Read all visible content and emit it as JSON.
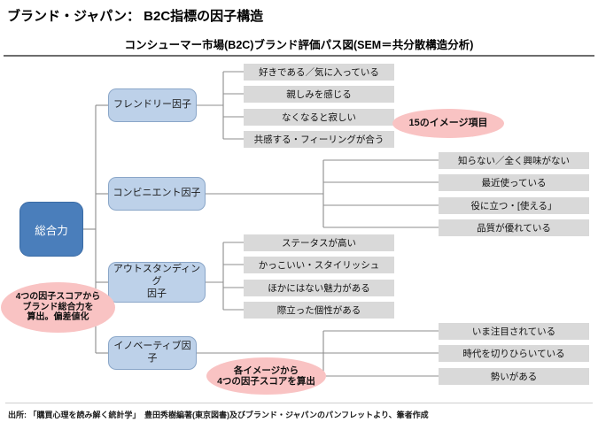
{
  "header": {
    "main_title": "ブランド・ジャパン：  B2C指標の因子構造",
    "sub_title": "コンシューマー市場(B2C)ブランド評価パス図(SEM＝共分散構造分析)"
  },
  "footer": {
    "source": "出所: 「購買心理を読み解く統計学」　豊田秀樹編著(東京図書)及びブランド・ジャパンのパンフレットより、筆者作成"
  },
  "diagram": {
    "root": {
      "label": "総合力"
    },
    "factors": [
      {
        "label": "フレンドリー因子",
        "label_line1": "フレンドリー因子",
        "label_line2": ""
      },
      {
        "label": "コンビニエント因子",
        "label_line1": "コンビニエント因子",
        "label_line2": ""
      },
      {
        "label": "アウトスタンディング因子",
        "label_line1": "アウトスタンディング",
        "label_line2": "因子"
      },
      {
        "label": "イノベーティブ因子",
        "label_line1": "イノベーティブ因子",
        "label_line2": ""
      }
    ],
    "items": {
      "friendly": [
        "好きである／気に入っている",
        "親しみを感じる",
        "なくなると寂しい",
        "共感する・フィーリングが合う"
      ],
      "convenient": [
        "知らない／全く興味がない",
        "最近使っている",
        "役に立つ・[使える」",
        "品質が優れている"
      ],
      "outstanding": [
        "ステータスが高い",
        "かっこいい・スタイリッシュ",
        "ほかにはない魅力がある",
        "際立った個性がある"
      ],
      "innovative": [
        "いま注目されている",
        "時代を切りひらいている",
        "勢いがある"
      ]
    },
    "callouts": {
      "left": {
        "line1": "4つの因子スコアから",
        "line2": "ブランド総合力を",
        "line3": "算出。偏差値化"
      },
      "top_right": {
        "line1": "15のイメージ項目"
      },
      "bottom": {
        "line1": "各イメージから",
        "line2": "4つの因子スコアを算出"
      }
    }
  },
  "colors": {
    "root_fill": "#4a7ebb",
    "factor_fill": "#bdd1e9",
    "item_fill": "#d9d9d9",
    "callout_fill": "#f9c3c3",
    "connector": "#8d8d8d"
  }
}
